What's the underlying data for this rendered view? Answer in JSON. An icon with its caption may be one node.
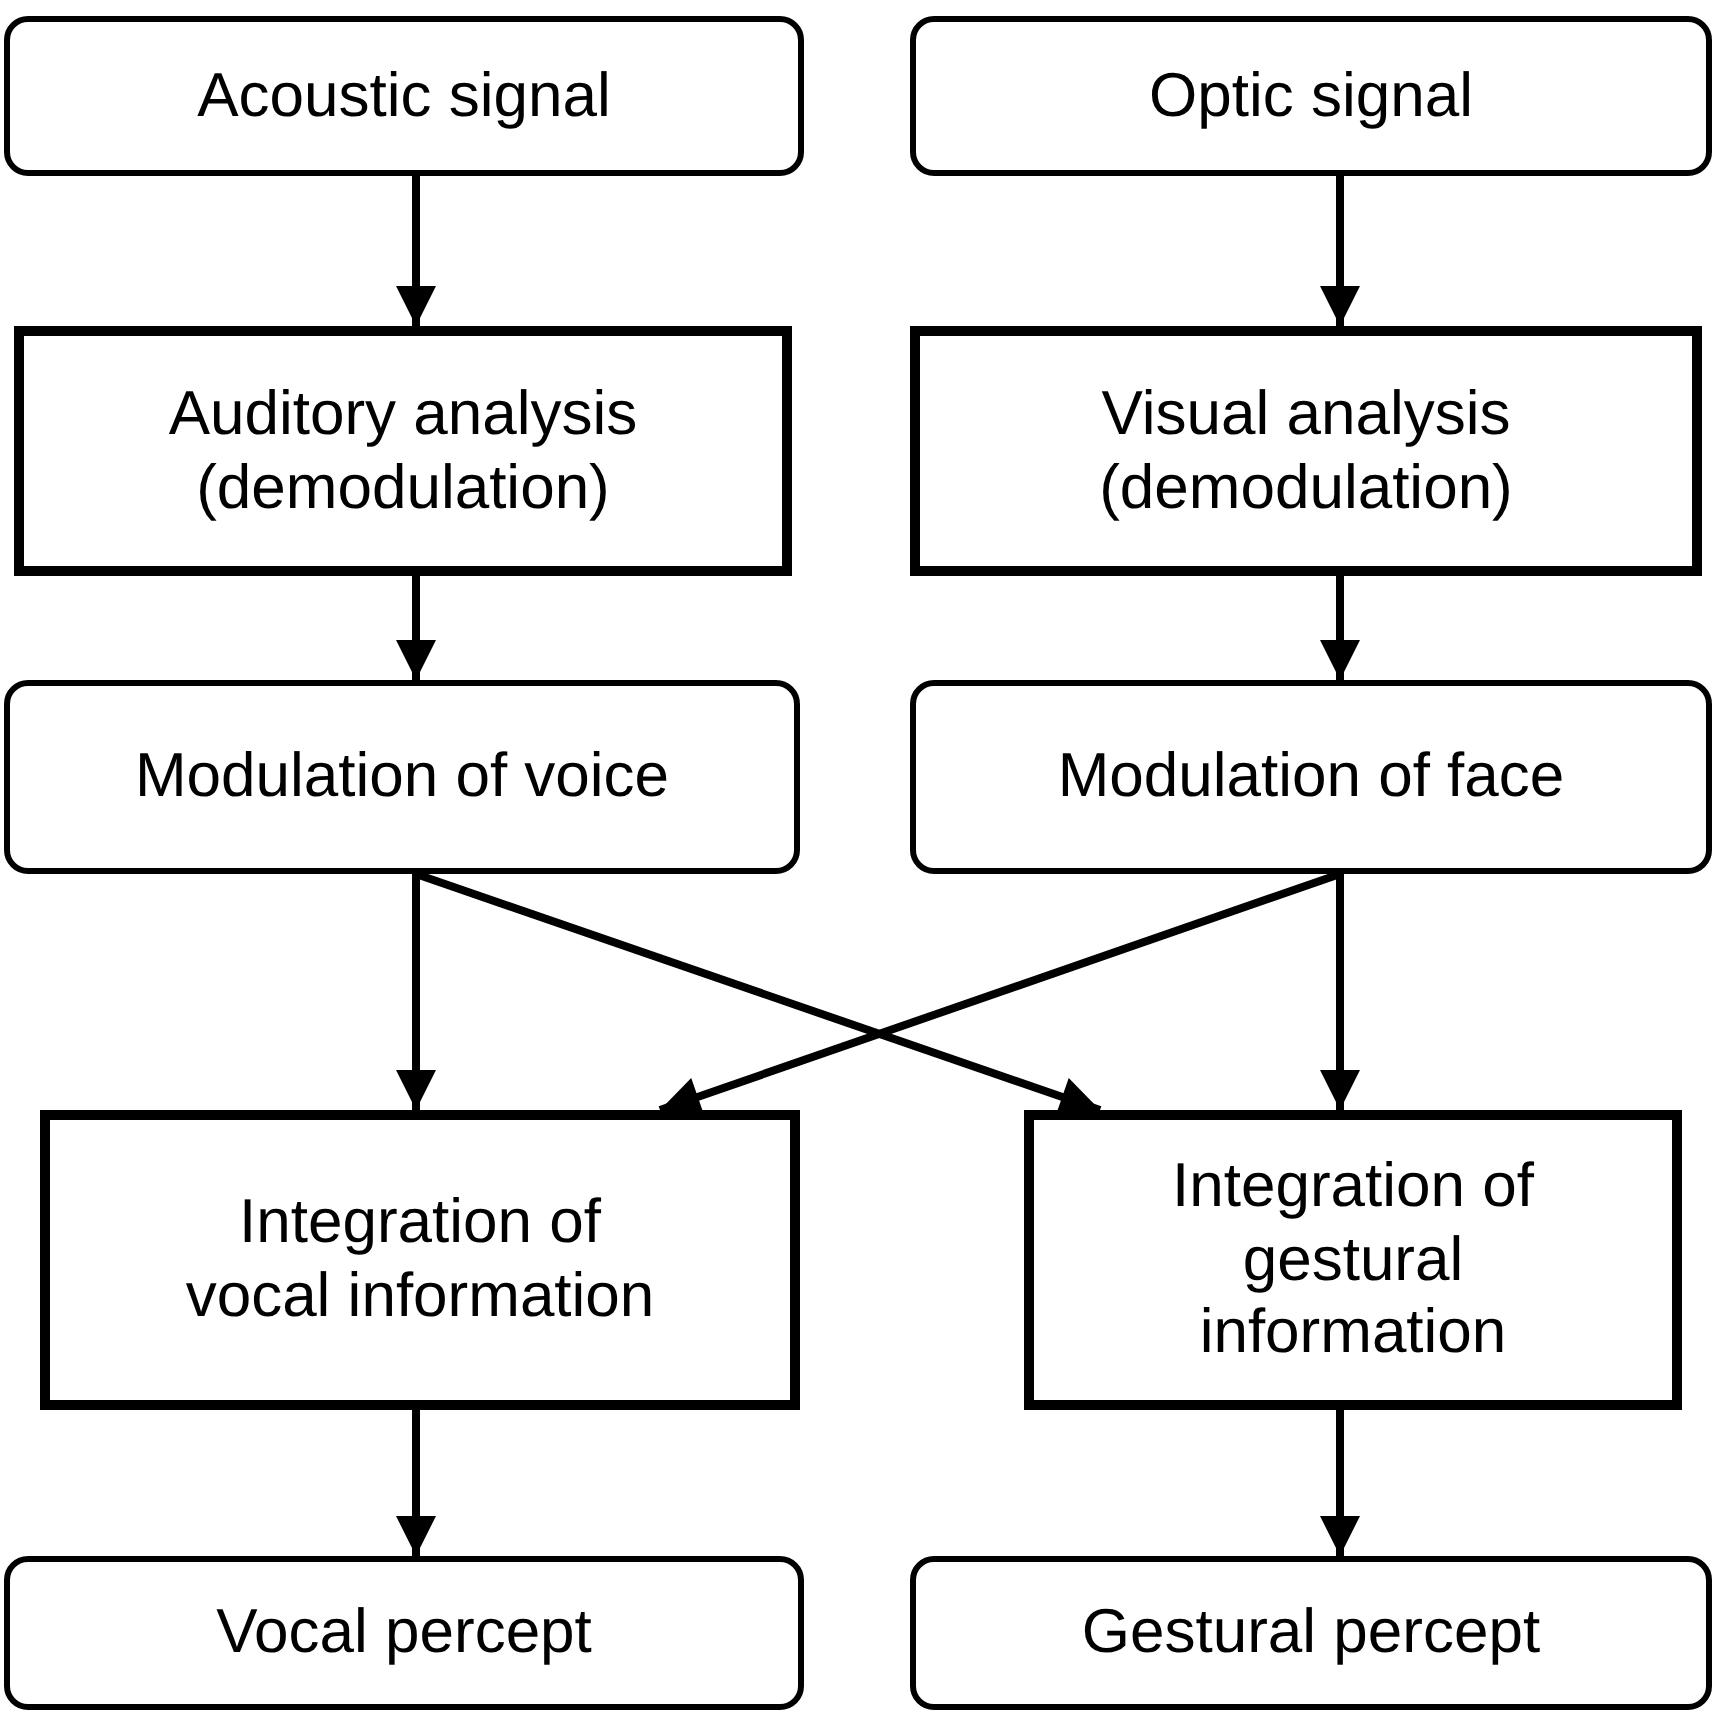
{
  "diagram": {
    "nodes": [
      {
        "text": [
          "Acoustic signal"
        ]
      },
      {
        "text": [
          "Optic signal"
        ]
      },
      {
        "text": [
          "Auditory analysis (demodulation)"
        ]
      },
      {
        "text": [
          "Visual analysis (demodulation)"
        ]
      },
      {
        "text": [
          "Modulation of voice"
        ]
      },
      {
        "text": [
          "Modulation of face"
        ]
      },
      {
        "text": [
          "Integration of vocal information"
        ]
      },
      {
        "text": [
          "Integration of gestural information"
        ]
      },
      {
        "text": [
          "Vocal percept"
        ]
      },
      {
        "text": [
          "Gestural percept"
        ]
      }
    ],
    "edges": [
      {
        "from": 0,
        "to": 2,
        "arrow": "to"
      },
      {
        "from": 1,
        "to": 3,
        "arrow": "to"
      },
      {
        "from": 2,
        "to": 4,
        "arrow": "to"
      },
      {
        "from": 3,
        "to": 5,
        "arrow": "to"
      },
      {
        "from": 4,
        "to": 6,
        "arrow": "to"
      },
      {
        "from": 4,
        "to": 7,
        "arrow": "to"
      },
      {
        "from": 5,
        "to": 6,
        "arrow": "to"
      },
      {
        "from": 5,
        "to": 7,
        "arrow": "to"
      },
      {
        "from": 6,
        "to": 8,
        "arrow": "to"
      },
      {
        "from": 7,
        "to": 9,
        "arrow": "to"
      }
    ]
  }
}
